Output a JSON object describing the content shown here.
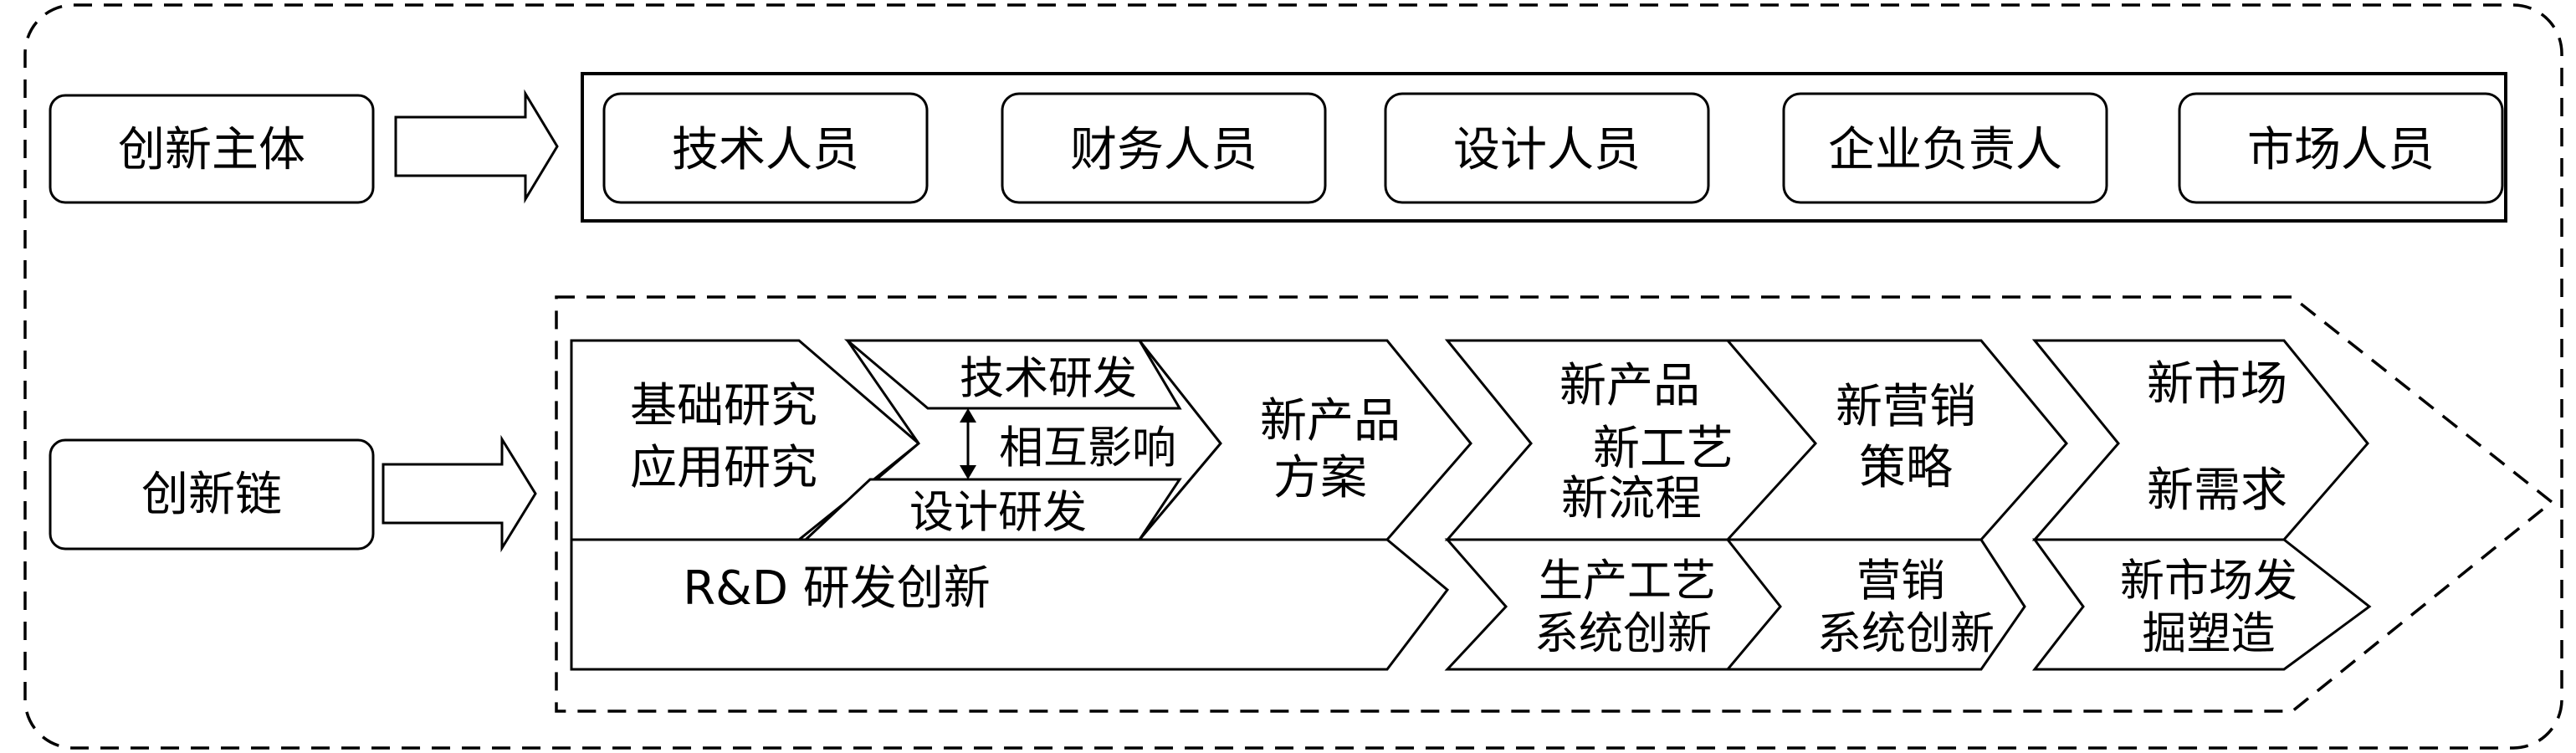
{
  "subject": {
    "label": "创新主体",
    "members": [
      "技术人员",
      "财务人员",
      "设计人员",
      "企业负责人",
      "市场人员"
    ]
  },
  "chain": {
    "label": "创新链",
    "basic": {
      "line1": "基础研究",
      "line2": "应用研究"
    },
    "tech_rd": "技术研发",
    "interact": "相互影响",
    "design_rd": "设计研发",
    "product_plan": {
      "line1": "新产品",
      "line2": "方案"
    },
    "new_things": {
      "line1": "新产品",
      "line2": "新工艺",
      "line3": "新流程"
    },
    "marketing_strategy": {
      "line1": "新营销",
      "line2": "策略"
    },
    "new_market": {
      "line1": "新市场",
      "line2": "新需求"
    },
    "rd_innovation": "R&D 研发创新",
    "process_innovation": {
      "line1": "生产工艺",
      "line2": "系统创新"
    },
    "marketing_innovation": {
      "line1": "营销",
      "line2": "系统创新"
    },
    "market_development": {
      "line1": "新市场发",
      "line2": "掘塑造"
    }
  }
}
